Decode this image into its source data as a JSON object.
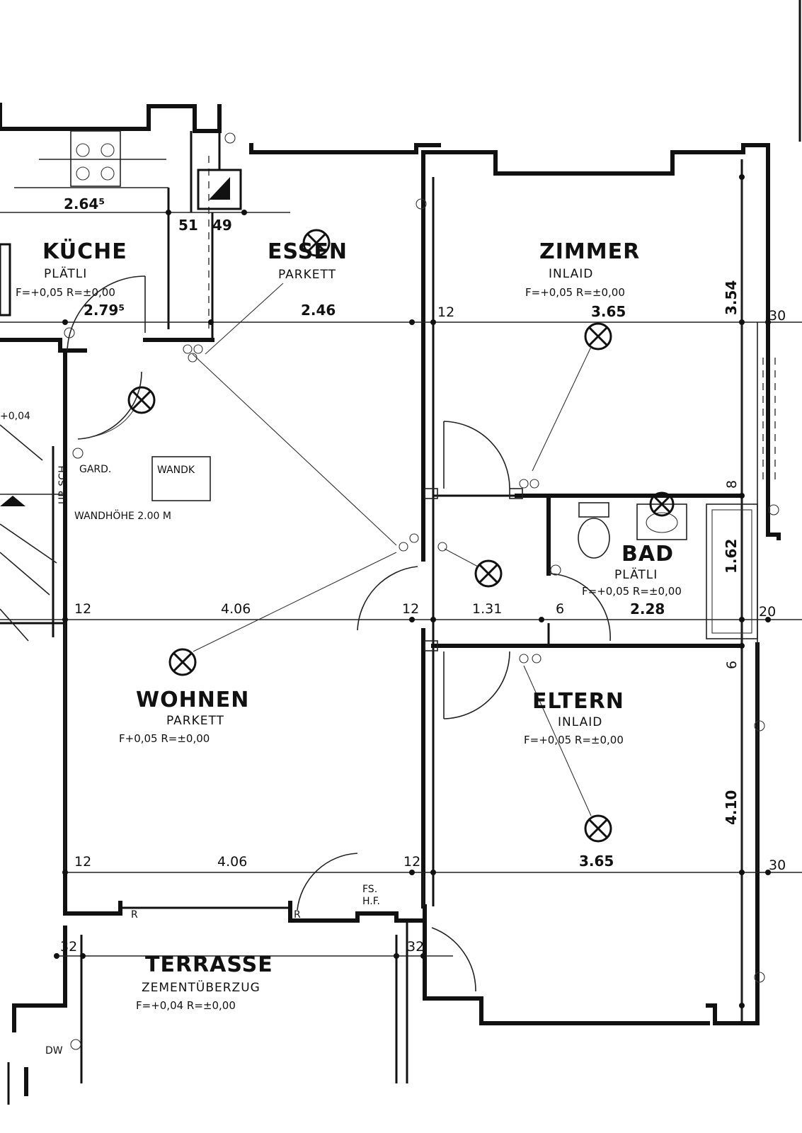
{
  "rooms": {
    "kueche": {
      "name": "KÜCHE",
      "floor": "PLÄTLI",
      "levels": "F=+0,05 R=±0,00",
      "dim_top": "2.64⁵",
      "dim_mid": "2.79⁵"
    },
    "essen": {
      "name": "ESSEN",
      "floor": "PARKETT",
      "dim": "2.46"
    },
    "zimmer": {
      "name": "ZIMMER",
      "floor": "INLAID",
      "levels": "F=+0,05 R=±0,00",
      "dim": "3.65",
      "dim_side": "3.54"
    },
    "bad": {
      "name": "BAD",
      "floor": "PLÄTLI",
      "levels": "F=+0,05 R=±0,00",
      "dim": "2.28",
      "dim_side": "1.62"
    },
    "wohnen": {
      "name": "WOHNEN",
      "floor": "PARKETT",
      "levels": "F+0,05  R=±0,00",
      "dim_top": "4.06",
      "dim_bottom": "4.06"
    },
    "eltern": {
      "name": "ELTERN",
      "floor": "INLAID",
      "levels": "F=+0,05 R=±0,00",
      "dim": "3.65",
      "dim_side": "4.10"
    },
    "terrasse": {
      "name": "TERRASSE",
      "floor": "ZEMENTÜBERZUG",
      "levels": "F=+0,04  R=±0,00"
    }
  },
  "labels": {
    "gard": "GARD.",
    "wandk": "WANDK",
    "wandhoehe": "WANDHÖHE 2.00 M",
    "up_sch": "UP. SCH.",
    "fs": "FS.",
    "hf": "H.F.",
    "dw": "DW",
    "corridor_level": "+0,04",
    "r1": "R",
    "r2": "R"
  },
  "dims": {
    "d_12_a": "12",
    "d_12_b": "12",
    "d_12_c": "12",
    "d_12_d": "12",
    "d_12_e": "12",
    "d_131": "1.31",
    "d_6_a": "6",
    "d_6_b": "6",
    "d_8": "8",
    "d_30_a": "30",
    "d_30_b": "30",
    "d_20": "20",
    "d_32_a": "32",
    "d_32_b": "32",
    "d_51": "51",
    "d_49": "49"
  }
}
